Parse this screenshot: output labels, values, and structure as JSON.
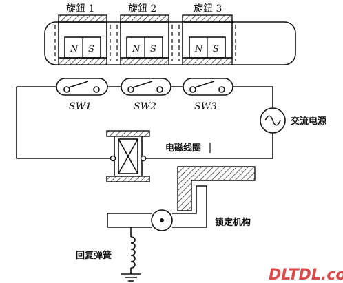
{
  "knobs": [
    {
      "label": "旋鈕 1",
      "n": "N",
      "s": "S"
    },
    {
      "label": "旋鈕 2",
      "n": "N",
      "s": "S"
    },
    {
      "label": "旋鈕 3",
      "n": "N",
      "s": "S"
    }
  ],
  "switches": [
    {
      "label": "SW1"
    },
    {
      "label": "SW2"
    },
    {
      "label": "SW3"
    }
  ],
  "labels": {
    "ac_source": "交流电源",
    "coil": "电磁线圈",
    "lock": "锁定机构",
    "spring": "回复弹簧"
  },
  "watermark": "DLTDL.com",
  "colors": {
    "line": "#111111",
    "watermark": "#d94a4a"
  }
}
